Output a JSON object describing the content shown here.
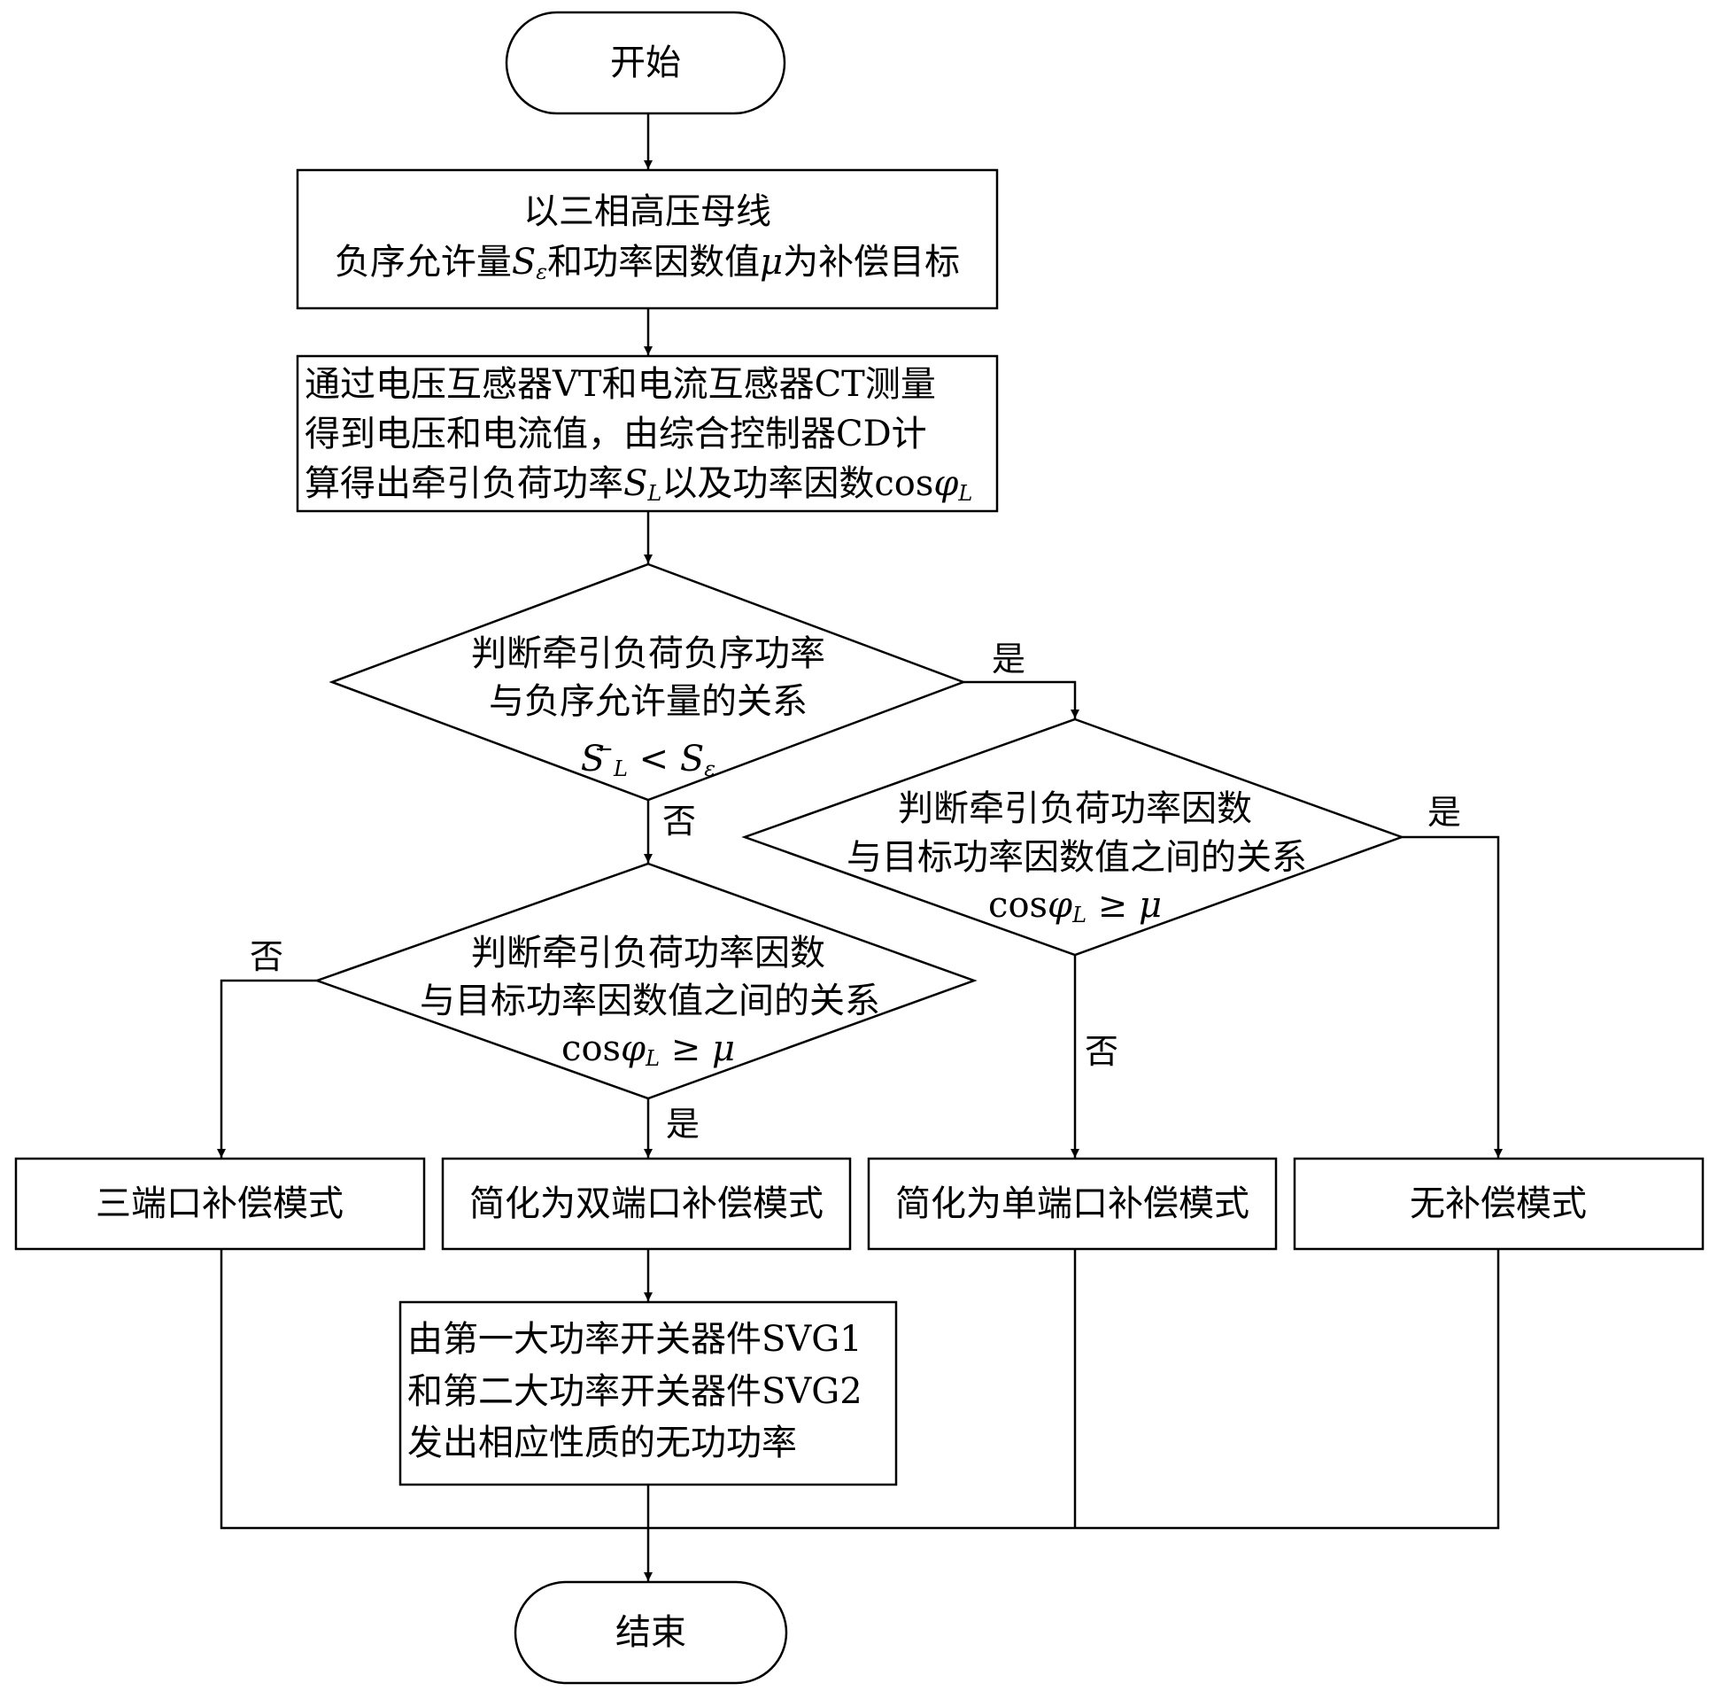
{
  "nodes": {
    "start": "开始",
    "end": "结束",
    "target": {
      "line1": "以三相高压母线",
      "line2a": "负序允许量",
      "s_sym": "S",
      "s_sub": "ε",
      "line2b": "和功率因数值",
      "mu": "μ",
      "line2c": "为补偿目标"
    },
    "measure": {
      "line1": "通过电压互感器VT和电流互感器CT测量",
      "line2": "得到电压和电流值，由综合控制器CD计",
      "line3a": "算得出牵引负荷功率",
      "sl_sym": "S",
      "sl_sub": "L",
      "line3b": "以及功率因数cos",
      "phi": "φ",
      "phi_sub": "L"
    },
    "decision1": {
      "line1": "判断牵引负荷负序功率",
      "line2": "与负序允许量的关系",
      "f_s": "S",
      "f_sup": "−",
      "f_sub": "L",
      "f_op": " < ",
      "f_s2": "S",
      "f_sub2": "ε"
    },
    "decision2": {
      "line1": "判断牵引负荷功率因数",
      "line2": "与目标功率因数值之间的关系",
      "f_cos": "cos",
      "f_phi": "φ",
      "f_sub": "L",
      "f_op": " ≥ ",
      "f_mu": "μ"
    },
    "decision3": {
      "line1": "判断牵引负荷功率因数",
      "line2": "与目标功率因数值之间的关系",
      "f_cos": "cos",
      "f_phi": "φ",
      "f_sub": "L",
      "f_op": " ≥ ",
      "f_mu": "μ"
    },
    "mode_three": "三端口补偿模式",
    "mode_two": "简化为双端口补偿模式",
    "mode_one": "简化为单端口补偿模式",
    "mode_none": "无补偿模式",
    "svg_action": {
      "line1": "由第一大功率开关器件SVG1",
      "line2": "和第二大功率开关器件SVG2",
      "line3": "发出相应性质的无功功率"
    }
  },
  "edge_labels": {
    "d1_yes": "是",
    "d1_no": "否",
    "d2_no": "否",
    "d2_yes": "是",
    "d3_yes": "是",
    "d3_no": "否"
  }
}
